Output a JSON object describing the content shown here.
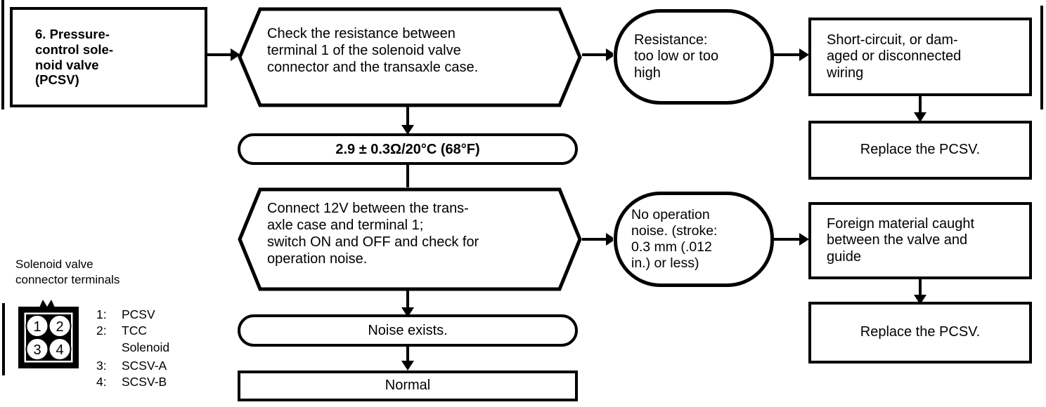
{
  "title": "Pressure-control solenoid valve (PCSV) troubleshooting flowchart",
  "colors": {
    "ink": "#000000",
    "paper": "#ffffff"
  },
  "nodes": {
    "start": {
      "label": "6. Pressure-\ncontrol sole-\nnoid valve\n(PCSV)",
      "shape": "rectangle"
    },
    "check_resistance": {
      "label": "Check the resistance between\nterminal 1 of the solenoid valve\nconnector and the transaxle case.",
      "shape": "hexagon"
    },
    "resistance_fault": {
      "label": "Resistance:\ntoo low or too\nhigh",
      "shape": "ellipse"
    },
    "wiring_fault": {
      "label": "Short-circuit, or dam-\naged or disconnected\nwiring",
      "shape": "rectangle"
    },
    "replace_pcsv_1": {
      "label": "Replace the PCSV.",
      "shape": "rectangle"
    },
    "spec_resistance": {
      "label": "2.9 ± 0.3Ω/20°C (68°F)",
      "shape": "stadium"
    },
    "connect_12v": {
      "label": "Connect 12V between the trans-\naxle case and terminal 1;\nswitch ON and OFF and check for\noperation noise.",
      "shape": "hexagon"
    },
    "no_noise": {
      "label": "No operation\nnoise. (stroke:\n0.3 mm (.012\nin.) or less)",
      "shape": "ellipse"
    },
    "foreign_material": {
      "label": "Foreign material caught\nbetween the valve and\nguide",
      "shape": "rectangle"
    },
    "replace_pcsv_2": {
      "label": "Replace the PCSV.",
      "shape": "rectangle"
    },
    "noise_exists": {
      "label": "Noise exists.",
      "shape": "stadium"
    },
    "normal": {
      "label": "Normal",
      "shape": "rectangle"
    }
  },
  "connector_figure": {
    "caption": "Solenoid valve\nconnector terminals",
    "pins": [
      {
        "number": "1",
        "position": "top-left"
      },
      {
        "number": "2",
        "position": "top-right"
      },
      {
        "number": "3",
        "position": "bottom-left"
      },
      {
        "number": "4",
        "position": "bottom-right"
      }
    ],
    "legend": [
      {
        "num": "1:",
        "label": "PCSV"
      },
      {
        "num": "2:",
        "label": "TCC\nSolenoid"
      },
      {
        "num": "3:",
        "label": "SCSV-A"
      },
      {
        "num": "4:",
        "label": "SCSV-B"
      }
    ]
  }
}
